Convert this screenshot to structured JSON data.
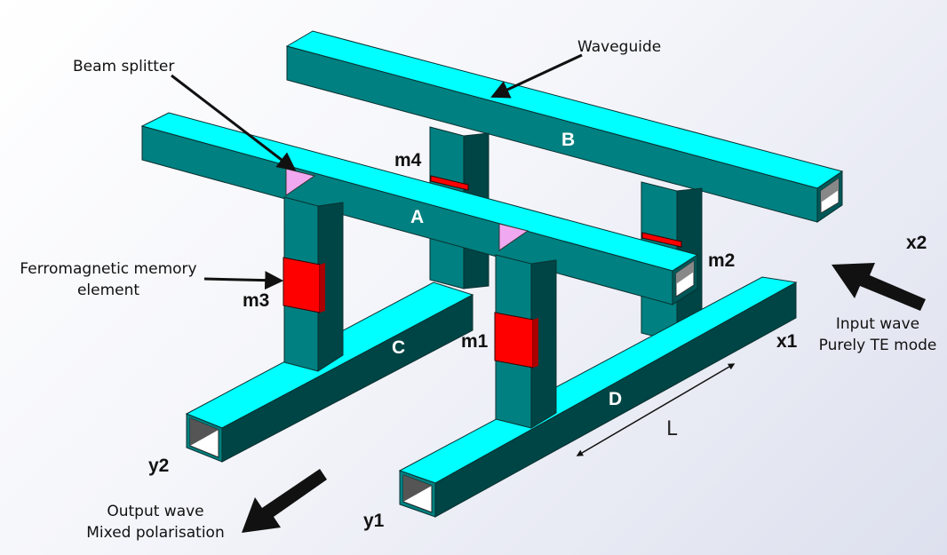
{
  "labels": {
    "waveguide": "Waveguide",
    "beam_splitter": "Beam splitter",
    "ferro_line1": "Ferromagnetic memory",
    "ferro_line2": "element",
    "input_line1": "Input  wave",
    "input_line2": "Purely TE mode",
    "output_line1": "Output wave",
    "output_line2": "Mixed polarisation"
  },
  "beams": {
    "a": "A",
    "b": "B",
    "c": "C",
    "d": "D"
  },
  "memory": {
    "m1": "m1",
    "m2": "m2",
    "m3": "m3",
    "m4": "m4"
  },
  "ports": {
    "x1": "x1",
    "x2": "x2",
    "y1": "y1",
    "y2": "y2"
  },
  "length_symbol": "L",
  "colors": {
    "top_face": "#00ffff",
    "side_face": "#008080",
    "dark_face": "#004545",
    "memory_element": "#ff0000",
    "beam_splitter": "#f0a8f0"
  }
}
